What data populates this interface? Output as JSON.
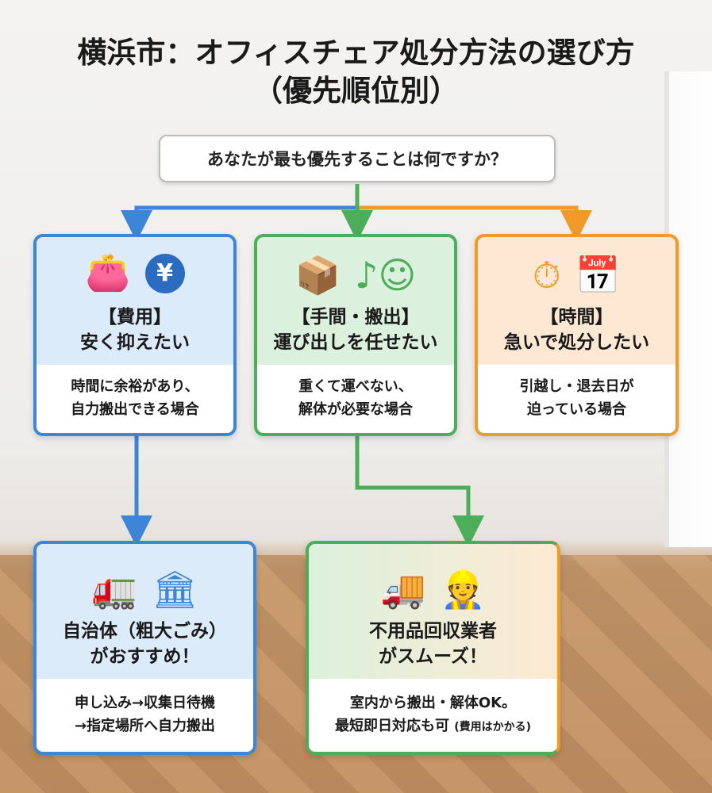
{
  "title": {
    "line1": "横浜市：オフィスチェア処分方法の選び方",
    "line2": "（優先順位別）"
  },
  "question": "あなたが最も優先することは何ですか？",
  "priorities": [
    {
      "heading1": "【費用】",
      "heading2": "安く抑えたい",
      "desc1": "時間に余裕があり、",
      "desc2": "自力搬出できる場合",
      "icons": [
        "wallet-icon",
        "yen-icon"
      ],
      "color": "#3d85d6"
    },
    {
      "heading1": "【手間・搬出】",
      "heading2": "運び出しを任せたい",
      "desc1": "重くて運べない、",
      "desc2": "解体が必要な場合",
      "icons": [
        "hands-box-icon",
        "relaxed-person-icon"
      ],
      "color": "#4cae5a"
    },
    {
      "heading1": "【時間】",
      "heading2": "急いで処分したい",
      "desc1": "引越し・退去日が",
      "desc2": "迫っている場合",
      "icons": [
        "stopwatch-icon",
        "calendar-check-icon"
      ],
      "color": "#f09a2a"
    }
  ],
  "results": [
    {
      "heading1": "自治体（粗大ごみ）",
      "heading2": "がおすすめ！",
      "desc1": "申し込み→収集日待機",
      "desc2": "→指定場所へ自力搬出",
      "icons": [
        "garbage-truck-icon",
        "city-hall-icon"
      ]
    },
    {
      "heading1": "不用品回収業者",
      "heading2": "がスムーズ！",
      "desc1": "室内から搬出・解体OK。",
      "desc2": "最短即日対応も可",
      "desc2_note": "(費用はかかる)",
      "icons": [
        "delivery-truck-icon",
        "workers-icon"
      ]
    }
  ]
}
